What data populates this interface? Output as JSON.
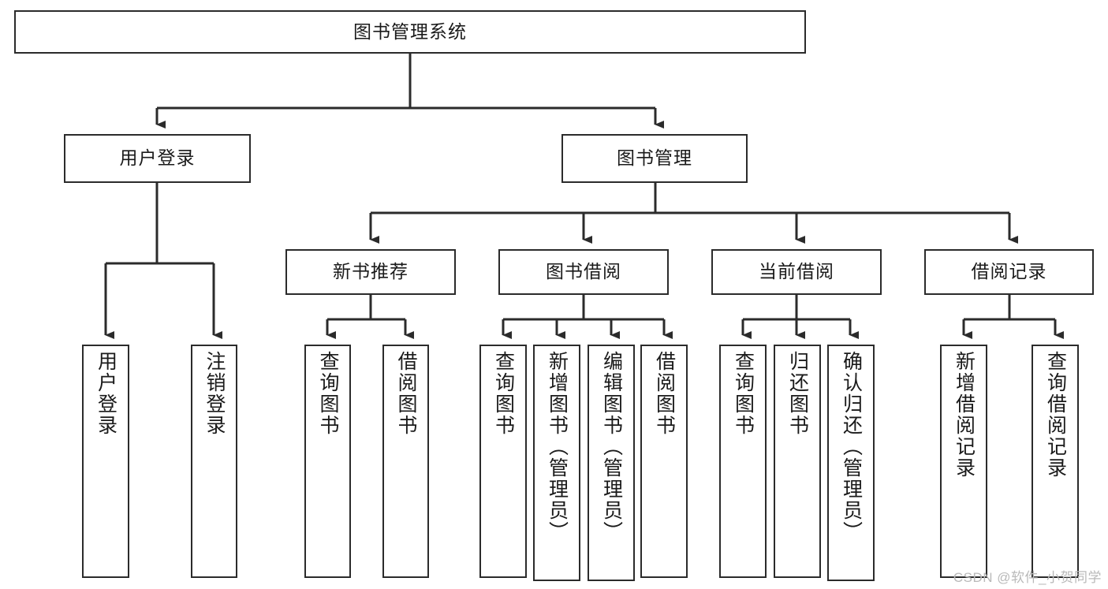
{
  "diagram": {
    "title": "图书管理系统",
    "type": "functional-decomposition-tree",
    "watermark": "CSDN @软件_小贺同学",
    "levels": {
      "root": {
        "label": "图书管理系统"
      },
      "level2": [
        {
          "id": "user-login",
          "label": "用户登录"
        },
        {
          "id": "book-management",
          "label": "图书管理"
        }
      ],
      "level3": [
        {
          "id": "new-book-recommend",
          "label": "新书推荐",
          "parent": "book-management"
        },
        {
          "id": "book-borrow",
          "label": "图书借阅",
          "parent": "book-management"
        },
        {
          "id": "current-borrow",
          "label": "当前借阅",
          "parent": "book-management"
        },
        {
          "id": "borrow-record",
          "label": "借阅记录",
          "parent": "book-management"
        }
      ],
      "level4": [
        {
          "id": "leaf-user-login",
          "label": "用户登录",
          "parent": "user-login"
        },
        {
          "id": "leaf-logout-login",
          "label": "注销登录",
          "parent": "user-login"
        },
        {
          "id": "leaf-query-book-1",
          "label": "查询图书",
          "parent": "new-book-recommend"
        },
        {
          "id": "leaf-borrow-book-1",
          "label": "借阅图书",
          "parent": "new-book-recommend"
        },
        {
          "id": "leaf-query-book-2",
          "label": "查询图书",
          "parent": "book-borrow"
        },
        {
          "id": "leaf-add-book",
          "label": "新增图书（管理员）",
          "parent": "book-borrow"
        },
        {
          "id": "leaf-edit-book",
          "label": "编辑图书（管理员）",
          "parent": "book-borrow"
        },
        {
          "id": "leaf-borrow-book-2",
          "label": "借阅图书",
          "parent": "book-borrow"
        },
        {
          "id": "leaf-query-book-3",
          "label": "查询图书",
          "parent": "current-borrow"
        },
        {
          "id": "leaf-return-book",
          "label": "归还图书",
          "parent": "current-borrow"
        },
        {
          "id": "leaf-confirm-return",
          "label": "确认归还（管理员）",
          "parent": "current-borrow"
        },
        {
          "id": "leaf-add-record",
          "label": "新增借阅记录",
          "parent": "borrow-record"
        },
        {
          "id": "leaf-query-record",
          "label": "查询借阅记录",
          "parent": "borrow-record"
        }
      ]
    },
    "colors": {
      "stroke": "#2b2b2b",
      "fill": "#ffffff",
      "text": "#1a1a1a",
      "watermark": "#b9b9b9"
    }
  }
}
